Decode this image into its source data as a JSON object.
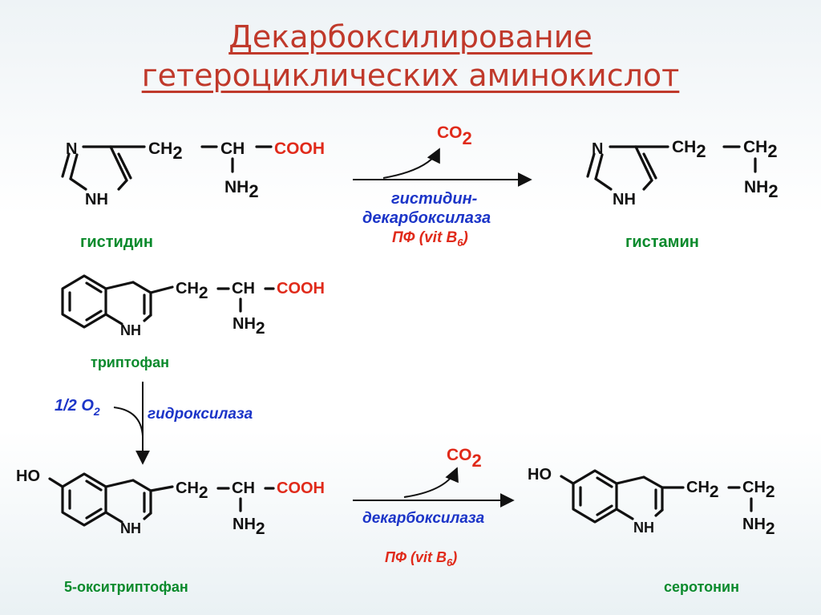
{
  "title": {
    "line1": "Декарбоксилирование",
    "line2": "гетероциклических аминокислот"
  },
  "atoms": {
    "n": "N",
    "nh": "NH",
    "ch2": "CH",
    "ch": "CH",
    "cooh": "COOH",
    "nh2": "NH",
    "sub2": "2",
    "ho": "HO"
  },
  "compounds": {
    "histidine": "гистидин",
    "histamine": "гистамин",
    "tryptophan": "триптофан",
    "hydroxytryptophan": "5-окситриптофан",
    "serotonin": "серотонин"
  },
  "reaction1": {
    "co2": "CO",
    "co2_sub": "2",
    "enzyme_line1": "гистидин-",
    "enzyme_line2": "декарбоксилаза",
    "cofactor": "ПФ (vit B",
    "cofactor_sub": "6",
    "cofactor_close": ")"
  },
  "reaction2": {
    "reagent": "1/2 O",
    "reagent_sub": "2",
    "enzyme": "гидроксилаза"
  },
  "reaction3": {
    "co2": "CO",
    "co2_sub": "2",
    "enzyme": "декарбоксилаза",
    "cofactor": "ПФ (vit B",
    "cofactor_sub": "6",
    "cofactor_close": ")"
  },
  "colors": {
    "title": "#c0392b",
    "carboxyl": "#e02a1a",
    "name": "#0a8a2c",
    "enzyme": "#1c35c8"
  }
}
